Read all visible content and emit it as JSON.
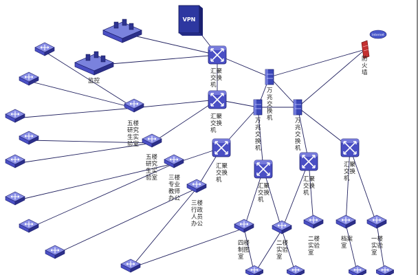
{
  "diagram": {
    "colors": {
      "switch_face": "#4a4fc4",
      "switch_top": "#8a8fe6",
      "switch_side": "#2c2f8a",
      "link": "#1f1f5e",
      "firewall": "#c43030",
      "server": "#3b47b8",
      "vpn": "#2d37a0"
    },
    "labels": {
      "vpn": "VPN",
      "internet": "Internet",
      "firewall": "防火墙",
      "monitor": "监控",
      "agg1": "汇聚交换机",
      "agg2": "汇聚交换机",
      "agg3": "汇聚交换机",
      "agg4": "汇聚交换机",
      "agg5": "汇聚交换机",
      "agg6": "汇聚交换机",
      "core1": "万兆交换机",
      "core2": "万兆交换机",
      "core3": "万兆交换机",
      "lab5a": "五楼研究生实验室",
      "lab5b": "五楼研究生实验室",
      "office3a": "三楼专业教师办公",
      "office3b": "三楼行政人员办公",
      "room4": "四楼制图室",
      "lab2a": "二楼实验室",
      "lab2b": "二楼实验室",
      "archive": "档案室",
      "lab1": "一楼实验室"
    }
  }
}
